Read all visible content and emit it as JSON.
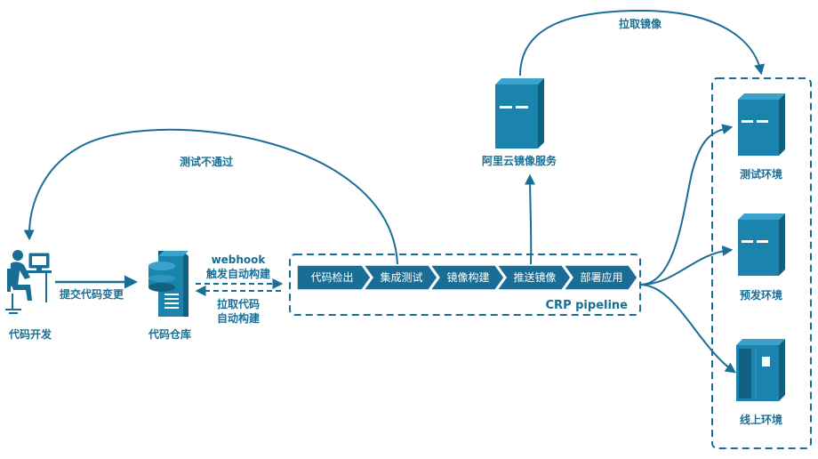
{
  "colors": {
    "primary": "#1a6e95",
    "server_front": "#1b84ae",
    "server_side": "#11607f",
    "server_top": "#3aa3cc",
    "background": "#ffffff"
  },
  "developer": {
    "label": "代码开发",
    "icon": "developer-at-desk-icon"
  },
  "repository": {
    "label": "代码仓库",
    "icon": "database-server-icon"
  },
  "commit_edge_label": "提交代码变更",
  "webhook_edge_label": [
    "webhook",
    "触发自动构建"
  ],
  "pull_code_edge_label": [
    "拉取代码",
    "自动构建"
  ],
  "test_fail_edge_label": "测试不通过",
  "pipeline": {
    "name": "CRP pipeline",
    "stages": [
      "代码检出",
      "集成测试",
      "镜像构建",
      "推送镜像",
      "部署应用"
    ]
  },
  "registry": {
    "label": "阿里云镜像服务",
    "icon": "server-tower-icon"
  },
  "pull_image_edge_label": "拉取镜像",
  "environments": [
    {
      "label": "测试环境",
      "icon": "server-tower-icon"
    },
    {
      "label": "预发环境",
      "icon": "server-tower-icon"
    },
    {
      "label": "线上环境",
      "icon": "server-cabinet-icon"
    }
  ]
}
